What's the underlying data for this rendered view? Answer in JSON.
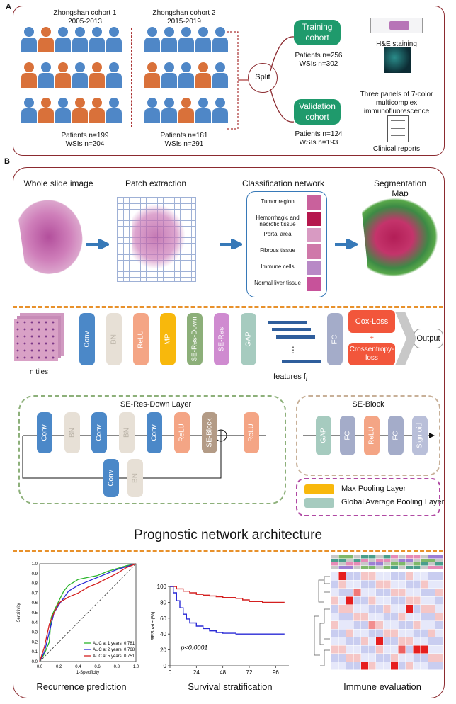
{
  "panel_a": {
    "tag": "A",
    "cohort1": {
      "title": "Zhongshan cohort 1",
      "years": "2005-2013",
      "patients": "Patients n=199",
      "wsis": "WSIs n=204"
    },
    "cohort2": {
      "title": "Zhongshan cohort 2",
      "years": "2015-2019",
      "patients": "Patients n=181",
      "wsis": "WSIs n=291"
    },
    "split": "Split",
    "training": {
      "label": "Training cohort",
      "patients": "Patients n=256",
      "wsis": "WSIs n=302"
    },
    "validation": {
      "label": "Validation cohort",
      "patients": "Patients n=124",
      "wsis": "WSIs n=193"
    },
    "modalities": {
      "he": "H&E staining",
      "mif": "Three panels of 7-color multicomplex immunofluorescence",
      "reports": "Clinical reports"
    },
    "colors": {
      "blue_person": "#4f87c7",
      "orange_person": "#d9713a",
      "green": "#1f9a6c",
      "border": "#8b2a2f"
    }
  },
  "panel_b": {
    "tag": "B",
    "steps": {
      "wsi": "Whole slide image",
      "patch": "Patch extraction",
      "cls": "Classification network",
      "seg": "Segmentation Map"
    },
    "classes": [
      "Tumor region",
      "Hemorrhagic and necrotic tissue",
      "Portal area",
      "Fibrous tissue",
      "Immune cells",
      "Normal liver tissue"
    ],
    "pipeline": {
      "tiles": "n tiles",
      "blocks": [
        "Conv",
        "BN",
        "ReLU",
        "MP",
        "SE-Res-Down",
        "SE-Res",
        "GAP"
      ],
      "features": "features f",
      "features_sub": "i",
      "fc": "FC",
      "cox": "Cox-Loss",
      "plus": "+",
      "ce": "Crossentropy-loss",
      "output": "Output"
    },
    "se_res_down": {
      "title": "SE-Res-Down Layer",
      "top": [
        "Conv",
        "BN",
        "Conv",
        "BN",
        "Conv",
        "ReLU",
        "SE-Block",
        "ReLU"
      ],
      "bottom": [
        "Conv",
        "BN"
      ]
    },
    "se_block": {
      "title": "SE-Block",
      "blocks": [
        "GAP",
        "FC",
        "ReLU",
        "FC",
        "Sigmoid"
      ]
    },
    "legend": {
      "mp": "Max Pooling Layer",
      "gap": "Global Average Pooling Layer"
    },
    "architecture_title": "Prognostic network architecture",
    "bottom": {
      "roc_caption": "Recurrence prediction",
      "km_caption": "Survival stratification",
      "heat_caption": "Immune evaluation"
    }
  },
  "chart_data": [
    {
      "type": "line",
      "xlabel": "1-Specificity",
      "ylabel": "Sensitivity",
      "xlim": [
        0,
        1
      ],
      "ylim": [
        0,
        1
      ],
      "xticks": [
        "0.0",
        "0.2",
        "0.4",
        "0.6",
        "0.8",
        "1.0"
      ],
      "yticks": [
        "0.0",
        "0.1",
        "0.2",
        "0.3",
        "0.4",
        "0.5",
        "0.6",
        "0.7",
        "0.8",
        "0.9",
        "1.0"
      ],
      "legend_position": "bottom-right",
      "series": [
        {
          "name": "AUC at 1 years: 0.781",
          "color": "#2bb52b",
          "x": [
            0,
            0.05,
            0.1,
            0.12,
            0.15,
            0.2,
            0.25,
            0.3,
            0.4,
            0.5,
            0.6,
            0.7,
            0.8,
            0.9,
            1.0
          ],
          "y": [
            0,
            0.08,
            0.2,
            0.45,
            0.52,
            0.62,
            0.72,
            0.78,
            0.84,
            0.86,
            0.88,
            0.92,
            0.95,
            0.98,
            1.0
          ]
        },
        {
          "name": "AUC at 2 years: 0.768",
          "color": "#2a2ad6",
          "x": [
            0,
            0.05,
            0.1,
            0.15,
            0.2,
            0.25,
            0.3,
            0.4,
            0.5,
            0.6,
            0.7,
            0.8,
            0.9,
            1.0
          ],
          "y": [
            0,
            0.1,
            0.3,
            0.5,
            0.58,
            0.65,
            0.72,
            0.78,
            0.82,
            0.86,
            0.9,
            0.94,
            0.97,
            1.0
          ]
        },
        {
          "name": "AUC at 5 years: 0.751",
          "color": "#d42020",
          "x": [
            0,
            0.05,
            0.1,
            0.15,
            0.2,
            0.3,
            0.4,
            0.5,
            0.6,
            0.7,
            0.8,
            0.9,
            1.0
          ],
          "y": [
            0,
            0.15,
            0.38,
            0.5,
            0.6,
            0.66,
            0.7,
            0.76,
            0.8,
            0.85,
            0.9,
            0.96,
            1.0
          ]
        }
      ]
    },
    {
      "type": "line",
      "xlabel": "",
      "ylabel": "RFS rate (%)",
      "xlim": [
        0,
        108
      ],
      "ylim": [
        0,
        100
      ],
      "xticks": [
        "0",
        "24",
        "48",
        "72",
        "96"
      ],
      "yticks": [
        "0",
        "20",
        "40",
        "60",
        "80",
        "100"
      ],
      "annotation": "p<0.0001",
      "series": [
        {
          "color": "#d42020",
          "x": [
            0,
            6,
            12,
            18,
            24,
            30,
            36,
            42,
            48,
            60,
            66,
            72,
            84,
            96,
            104
          ],
          "y": [
            100,
            97,
            94,
            92,
            90,
            89,
            88,
            87,
            86,
            85,
            83,
            81,
            80,
            80,
            80
          ]
        },
        {
          "color": "#2a2ad6",
          "x": [
            0,
            3,
            6,
            9,
            12,
            15,
            18,
            24,
            30,
            36,
            42,
            48,
            60,
            72,
            84,
            96,
            104
          ],
          "y": [
            100,
            92,
            82,
            73,
            65,
            59,
            54,
            50,
            47,
            44,
            42,
            41,
            40,
            40,
            40,
            40,
            40
          ]
        }
      ]
    }
  ]
}
